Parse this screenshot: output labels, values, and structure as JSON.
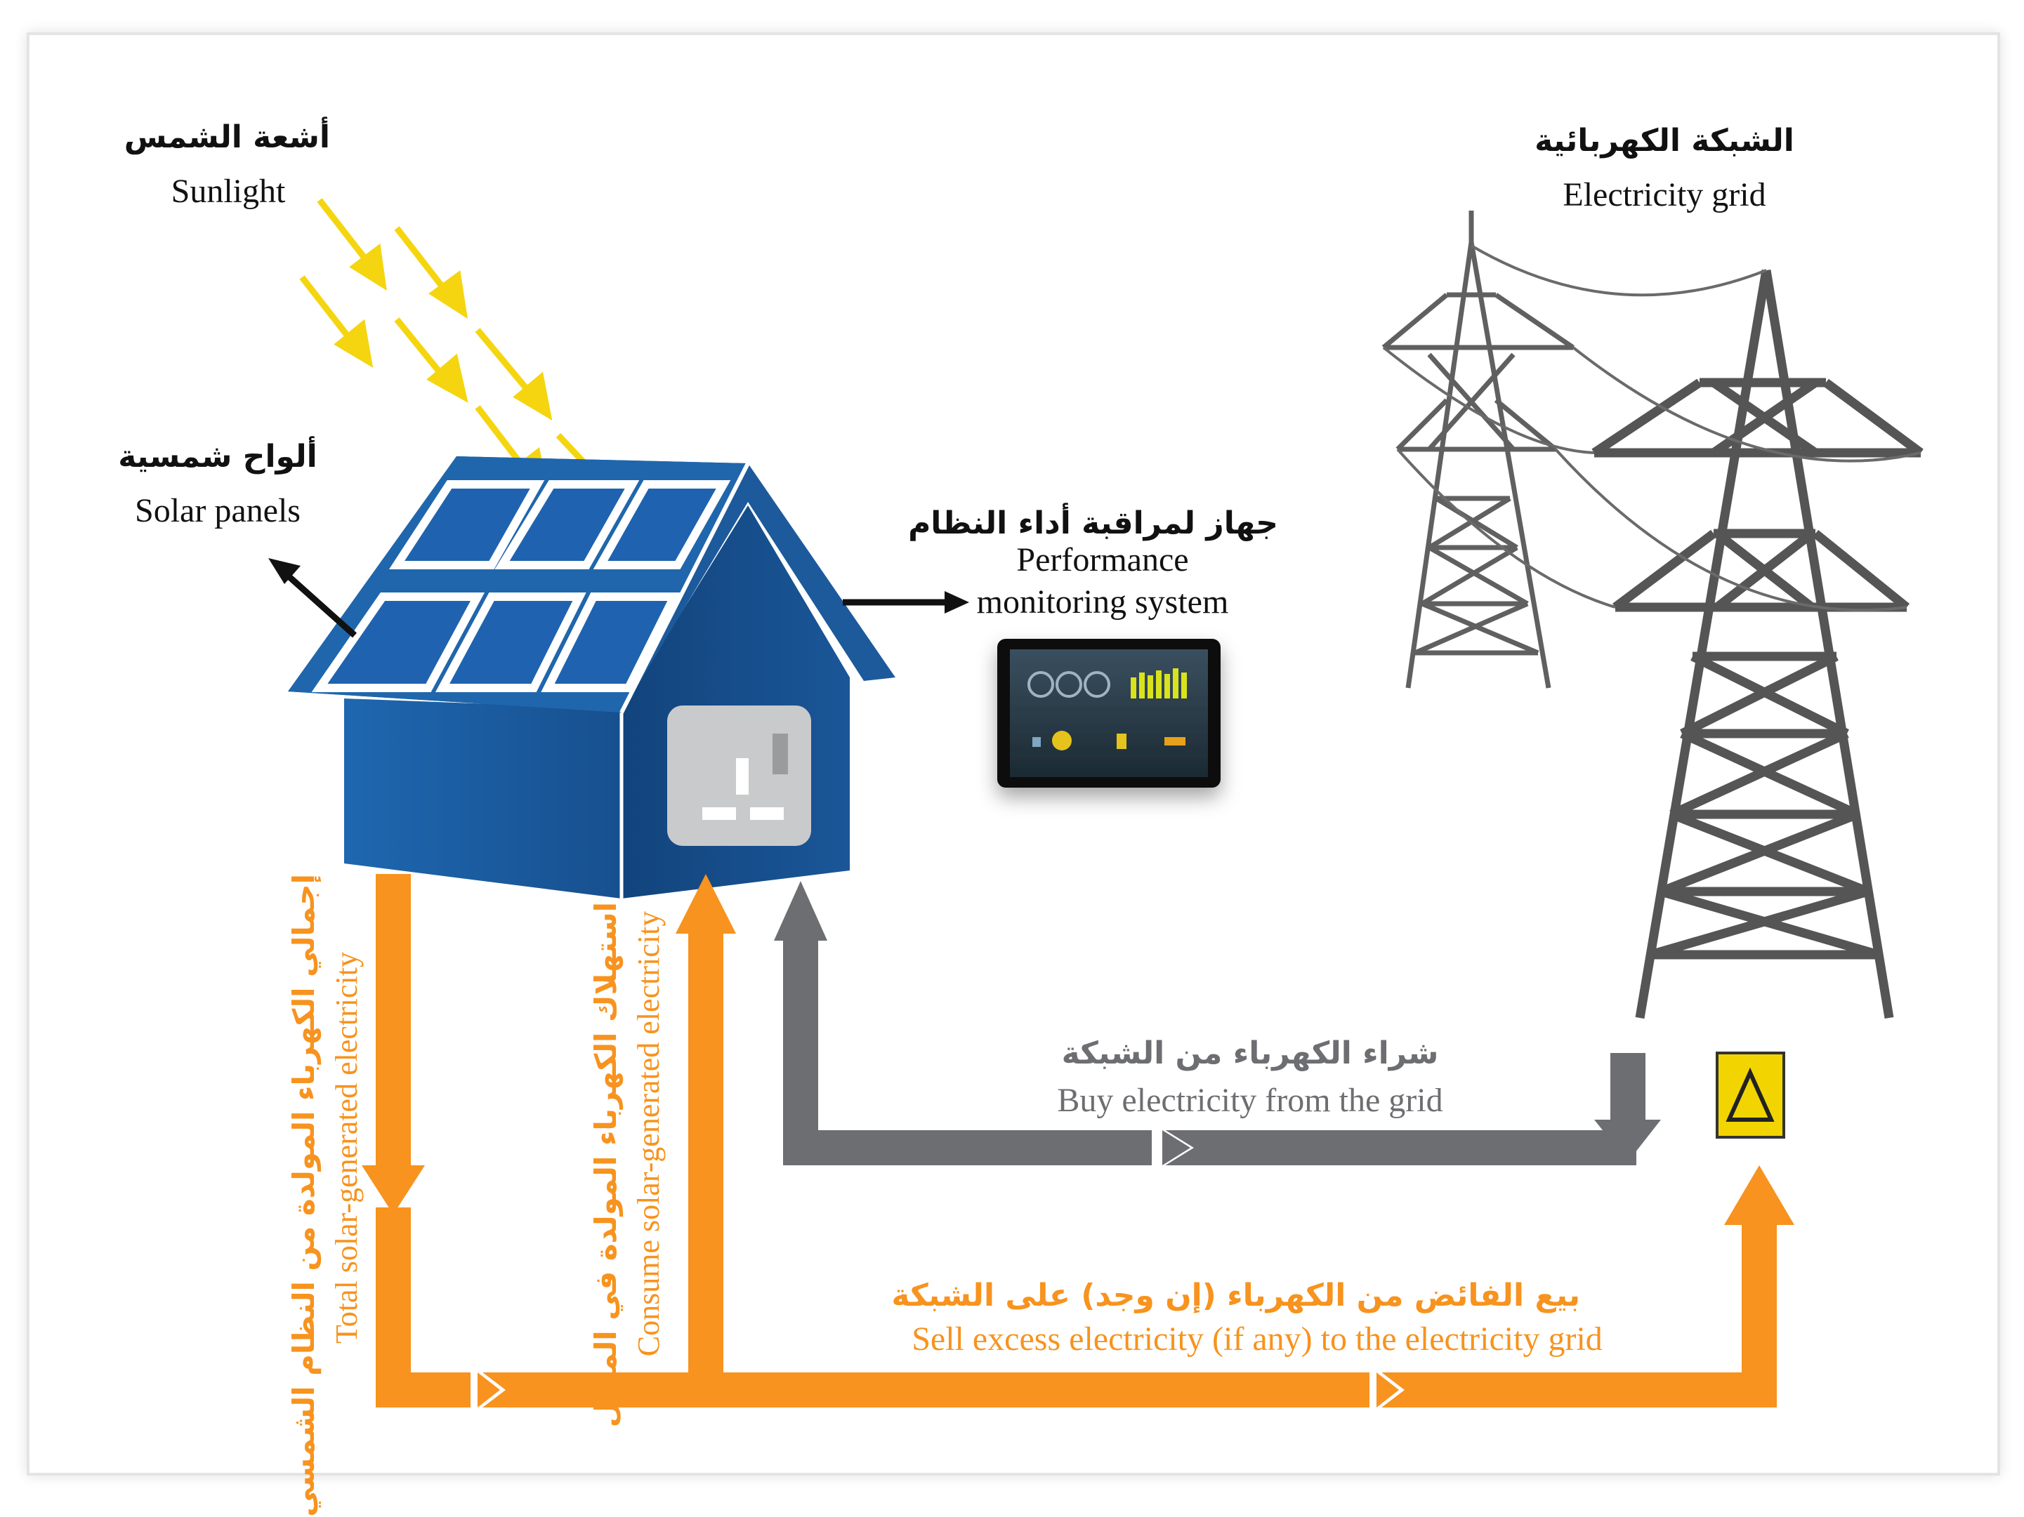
{
  "labels": {
    "sunlight_ar": "أشعة الشمس",
    "sunlight_en": "Sunlight",
    "solar_panels_ar": "ألواح شمسية",
    "solar_panels_en": "Solar panels",
    "monitoring_ar": "جهاز لمراقبة أداء النظام",
    "monitoring_en_line1": "Performance",
    "monitoring_en_line2": "monitoring system",
    "grid_ar": "الشبكة الكهربائية",
    "grid_en": "Electricity grid",
    "buy_ar": "شراء الكهرباء من الشبكة",
    "buy_en": "Buy electricity from the grid",
    "sell_ar": "بيع الفائض من الكهرباء (إن وجد) على الشبكة",
    "sell_en": "Sell excess electricity (if any) to the electricity grid",
    "total_ar": "إجمالي الكهرباء المولدة من النظام الشمسي",
    "total_en": "Total solar-generated electricity",
    "consume_ar": "استهلاك الكهرباء المولدة في المنزل",
    "consume_en": "Consume solar-generated electricity"
  },
  "colors": {
    "house_blue": "#1c5a9c",
    "house_dark": "#123f73",
    "panel_blue": "#1f63b0",
    "sun_yellow": "#f5d50f",
    "flow_orange": "#f7931e",
    "flow_grey": "#6d6e71",
    "tower_grey": "#555555",
    "meter_yellow": "#f2d500"
  },
  "icons": {
    "meter": "warning-triangle-icon",
    "tablet": "tablet-dashboard-icon",
    "socket": "power-socket-icon"
  }
}
